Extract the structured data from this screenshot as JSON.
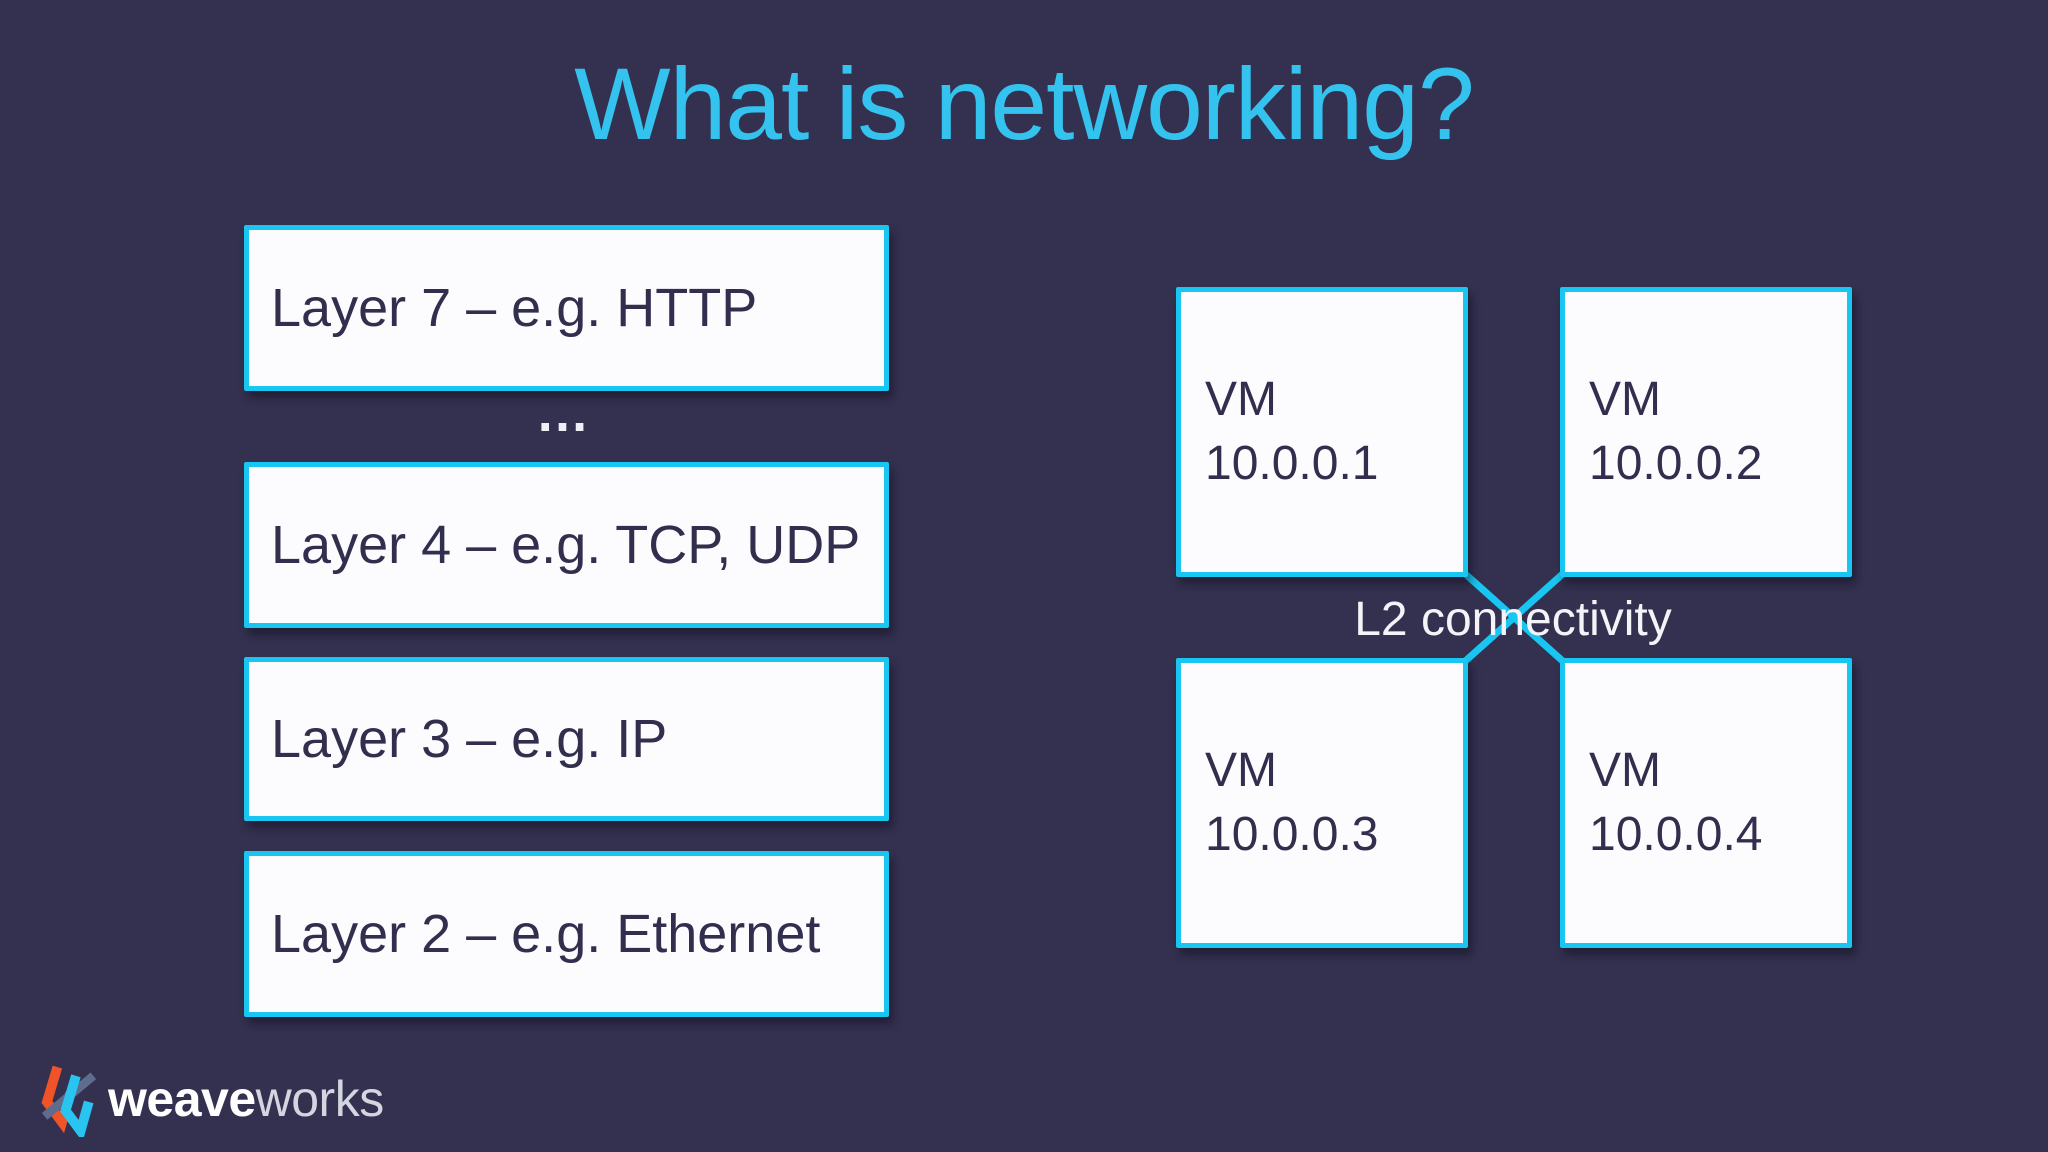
{
  "slide": {
    "title": "What is networking?"
  },
  "colors": {
    "background": "#343150",
    "accent_cyan": "#18c6f1",
    "title_cyan": "#33c3ee",
    "box_fill": "#fcfcfe",
    "box_text": "#322f4e",
    "light_text": "#f3f3f8",
    "logo_orange": "#f05327",
    "logo_cyan": "#29c4f0",
    "logo_gray": "#5e6c8d"
  },
  "osi_stack": {
    "ellipsis": "…",
    "layers": [
      {
        "label": "Layer 7 – e.g. HTTP"
      },
      {
        "label": "Layer 4 – e.g. TCP, UDP"
      },
      {
        "label": "Layer 3 – e.g. IP"
      },
      {
        "label": "Layer 2 – e.g. Ethernet"
      }
    ]
  },
  "vm_diagram": {
    "connectivity_label": "L2 connectivity",
    "vms": [
      {
        "name": "VM",
        "ip": "10.0.0.1"
      },
      {
        "name": "VM",
        "ip": "10.0.0.2"
      },
      {
        "name": "VM",
        "ip": "10.0.0.3"
      },
      {
        "name": "VM",
        "ip": "10.0.0.4"
      }
    ]
  },
  "footer": {
    "brand_bold": "weave",
    "brand_light": "works"
  }
}
